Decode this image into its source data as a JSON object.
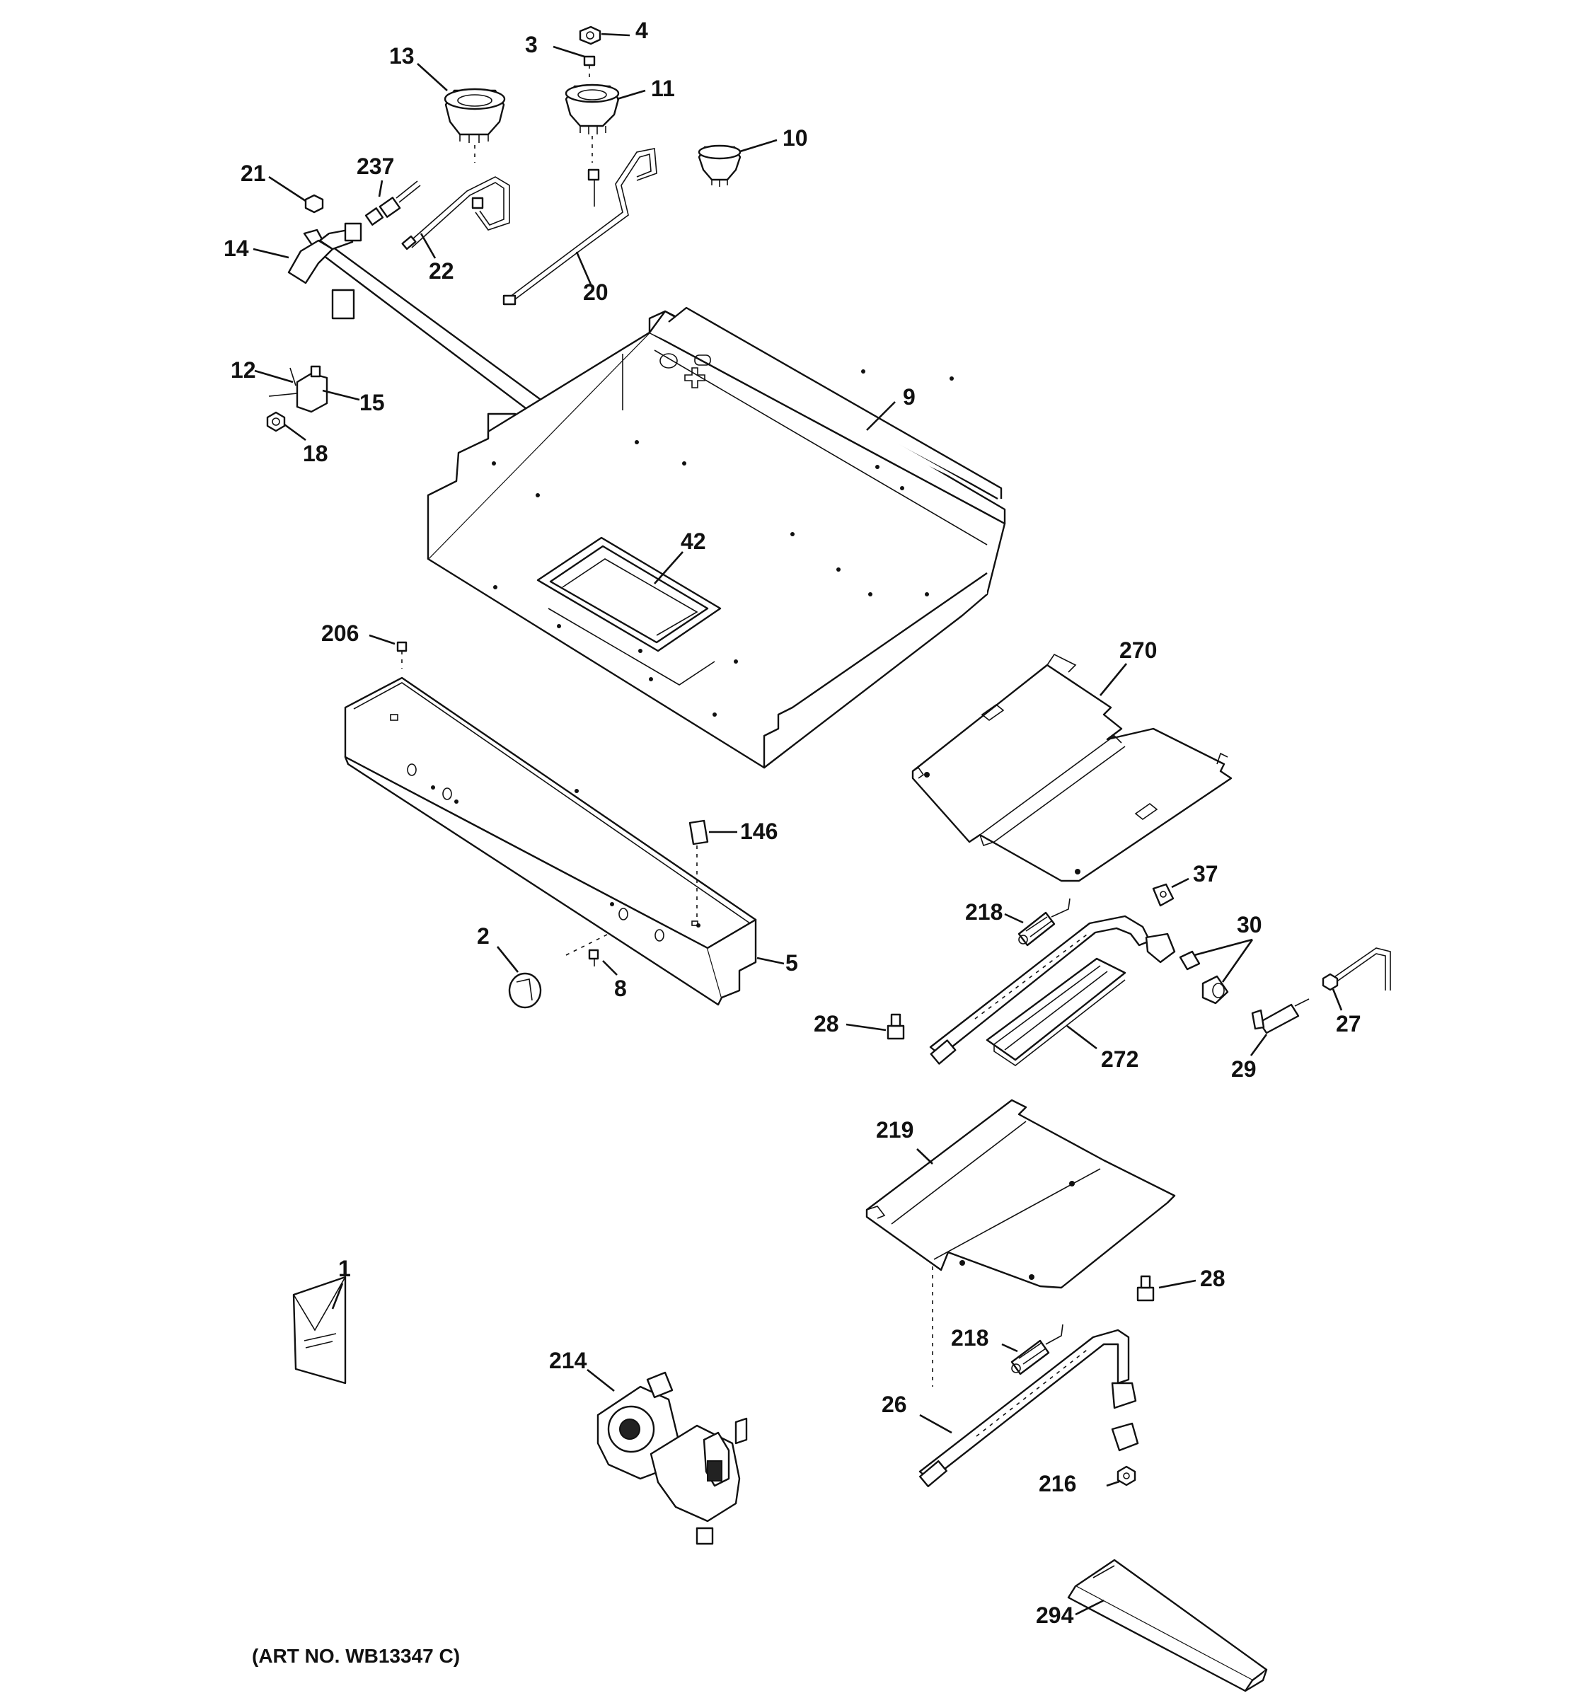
{
  "diagram": {
    "callouts": [
      {
        "id": "c13",
        "text": "13"
      },
      {
        "id": "c3",
        "text": "3"
      },
      {
        "id": "c4",
        "text": "4"
      },
      {
        "id": "c11",
        "text": "11"
      },
      {
        "id": "c10",
        "text": "10"
      },
      {
        "id": "c21",
        "text": "21"
      },
      {
        "id": "c237",
        "text": "237"
      },
      {
        "id": "c14",
        "text": "14"
      },
      {
        "id": "c22",
        "text": "22"
      },
      {
        "id": "c20",
        "text": "20"
      },
      {
        "id": "c12",
        "text": "12"
      },
      {
        "id": "c15",
        "text": "15"
      },
      {
        "id": "c18",
        "text": "18"
      },
      {
        "id": "c9",
        "text": "9"
      },
      {
        "id": "c42",
        "text": "42"
      },
      {
        "id": "c206",
        "text": "206"
      },
      {
        "id": "c270",
        "text": "270"
      },
      {
        "id": "c146",
        "text": "146"
      },
      {
        "id": "c37",
        "text": "37"
      },
      {
        "id": "c218a",
        "text": "218"
      },
      {
        "id": "c30",
        "text": "30"
      },
      {
        "id": "c2",
        "text": "2"
      },
      {
        "id": "c5",
        "text": "5"
      },
      {
        "id": "c8",
        "text": "8"
      },
      {
        "id": "c28a",
        "text": "28"
      },
      {
        "id": "c27",
        "text": "27"
      },
      {
        "id": "c272",
        "text": "272"
      },
      {
        "id": "c29",
        "text": "29"
      },
      {
        "id": "c219",
        "text": "219"
      },
      {
        "id": "c1",
        "text": "1"
      },
      {
        "id": "c28b",
        "text": "28"
      },
      {
        "id": "c218b",
        "text": "218"
      },
      {
        "id": "c214",
        "text": "214"
      },
      {
        "id": "c26",
        "text": "26"
      },
      {
        "id": "c216",
        "text": "216"
      },
      {
        "id": "c294",
        "text": "294"
      }
    ],
    "art_number": "(ART NO. WB13347 C)"
  }
}
